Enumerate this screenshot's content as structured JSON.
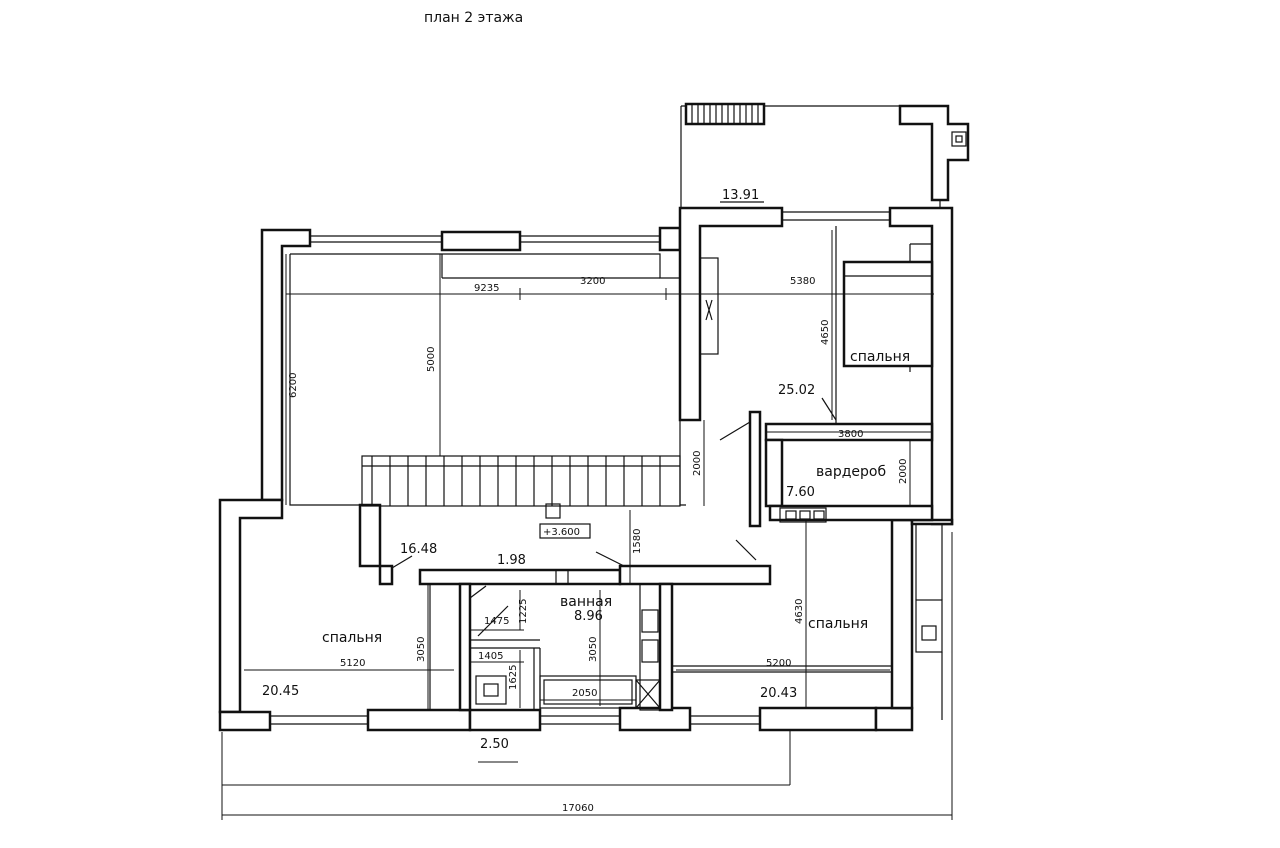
{
  "title": "план 2 этажа",
  "rooms": {
    "bedroom_left": {
      "label": "спальня",
      "area": "20.45"
    },
    "bedroom_top_right": {
      "label": "спальня",
      "area": "25.02"
    },
    "bedroom_bottom_right": {
      "label": "спальня",
      "area": "20.43"
    },
    "wardrobe": {
      "label": "вардероб",
      "area": "7.60"
    },
    "bathroom": {
      "label": "ванная",
      "area": "8.96"
    },
    "hall": {
      "area": "16.48"
    },
    "closet": {
      "area": "1.98"
    },
    "balcony_top": {
      "area": "13.91"
    },
    "balcony_bottom": {
      "area": "2.50"
    }
  },
  "dimensions": {
    "d9235": "9235",
    "d3200": "3200",
    "d5380": "5380",
    "d4650": "4650",
    "d5000": "5000",
    "d6200": "6200",
    "d3800": "3800",
    "d2000a": "2000",
    "d2000b": "2000",
    "d1580": "1580",
    "level": "+3.600",
    "d1225": "1225",
    "d1475": "1475",
    "d3050a": "3050",
    "d3050b": "3050",
    "d4630": "4630",
    "d5120": "5120",
    "d5200": "5200",
    "d1405": "1405",
    "d1625": "1625",
    "d2050": "2050",
    "total": "17060"
  }
}
